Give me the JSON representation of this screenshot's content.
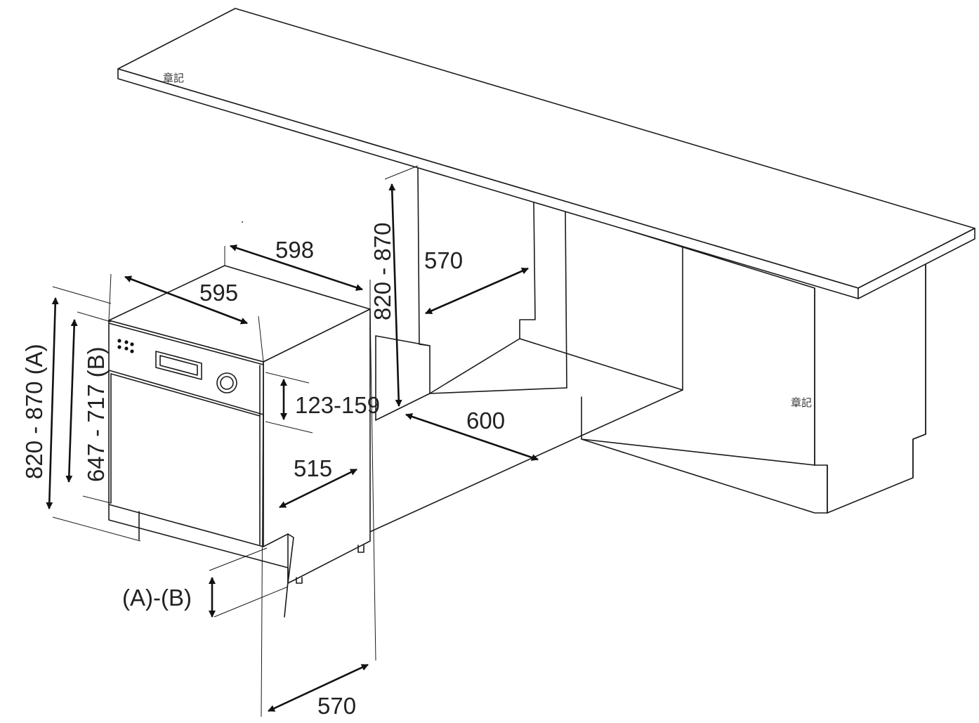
{
  "dimensions": {
    "width_598": "598",
    "width_595": "595",
    "height_a": "820 - 870 (A)",
    "height_b": "647 - 717 (B)",
    "panel_123_159": "123-159",
    "depth_515": "515",
    "depth_570_bottom": "570",
    "difference_ab": "(A)-(B)",
    "niche_height": "820 - 870",
    "niche_depth_570": "570",
    "niche_width_600": "600"
  },
  "watermarks": [
    "章記",
    "章記"
  ]
}
